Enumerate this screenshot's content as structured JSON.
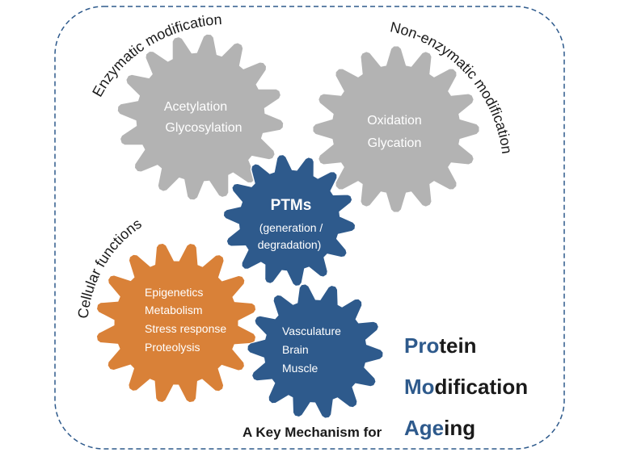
{
  "arc_labels": {
    "enzymatic": "Enzymatic modification",
    "non_enzymatic": "Non-enzymatic modification",
    "cellular": "Cellular functions"
  },
  "gears": {
    "enzymatic": {
      "lines": [
        "Acetylation",
        "Glycosylation"
      ],
      "color": "#b3b3b3"
    },
    "non_enzymatic": {
      "lines": [
        "Oxidation",
        "Glycation"
      ],
      "color": "#b3b3b3"
    },
    "ptms": {
      "title": "PTMs",
      "lines": [
        "(generation /",
        "degradation)"
      ],
      "color": "#2e5a8c"
    },
    "cellular": {
      "lines": [
        "Epigenetics",
        "Metabolism",
        "Stress response",
        "Proteolysis"
      ],
      "color": "#d98138"
    },
    "organs": {
      "lines": [
        "Vasculature",
        "Brain",
        "Muscle"
      ],
      "color": "#2e5a8c"
    }
  },
  "title": {
    "line1_accent": "Pro",
    "line1_rest": "tein",
    "line2_accent": "Mo",
    "line2_rest": "dification",
    "line3_prefix": "A Key Mechanism for",
    "line3_accent": "Age",
    "line3_rest": "ing"
  },
  "colors": {
    "border": "#2e5a8c",
    "accent_blue": "#2e5a8c",
    "dark_text": "#1a1a1a"
  }
}
